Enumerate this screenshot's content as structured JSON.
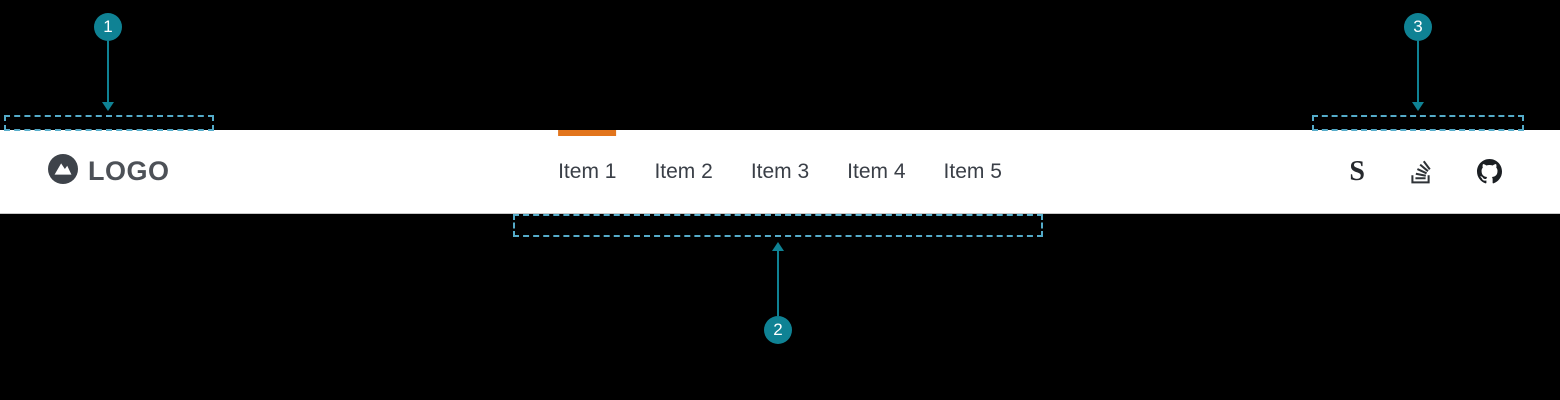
{
  "colors": {
    "page_background": "#000000",
    "navbar_background": "#ffffff",
    "active_indicator_orange": "#e2751d",
    "annotation_teal": "#0f8294",
    "annotation_dash_blue": "#54abc9",
    "nav_text": "#3a3f47",
    "logo_text": "#4d5157"
  },
  "navbar": {
    "logo": {
      "text": "LOGO",
      "icon": "mountain-logo-icon"
    },
    "items": [
      {
        "label": "Item 1",
        "active": true
      },
      {
        "label": "Item 2",
        "active": false
      },
      {
        "label": "Item 3",
        "active": false
      },
      {
        "label": "Item 4",
        "active": false
      },
      {
        "label": "Item 5",
        "active": false
      }
    ],
    "social_icons": [
      {
        "name": "letter-s-icon",
        "glyph": "S"
      },
      {
        "name": "stackoverflow-icon"
      },
      {
        "name": "github-icon"
      }
    ]
  },
  "annotations": {
    "markers": [
      {
        "number": "1"
      },
      {
        "number": "2"
      },
      {
        "number": "3"
      }
    ]
  }
}
